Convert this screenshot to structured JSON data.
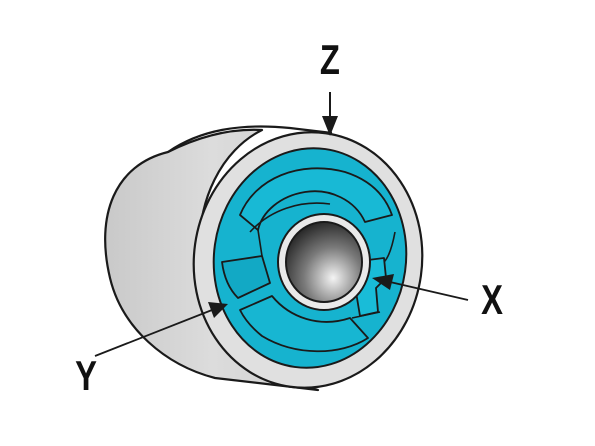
{
  "labels": {
    "z": "Z",
    "x": "X",
    "y": "Y"
  },
  "colors": {
    "outer_shell": "#d6d6d6",
    "face_ring": "#e0e0e0",
    "insert": "#17b6d2",
    "insert_dark": "#0f8fa8",
    "outline": "#1a1a1a",
    "shaft_light": "#f4f4f4",
    "shaft_dark": "#0a0a0a"
  }
}
